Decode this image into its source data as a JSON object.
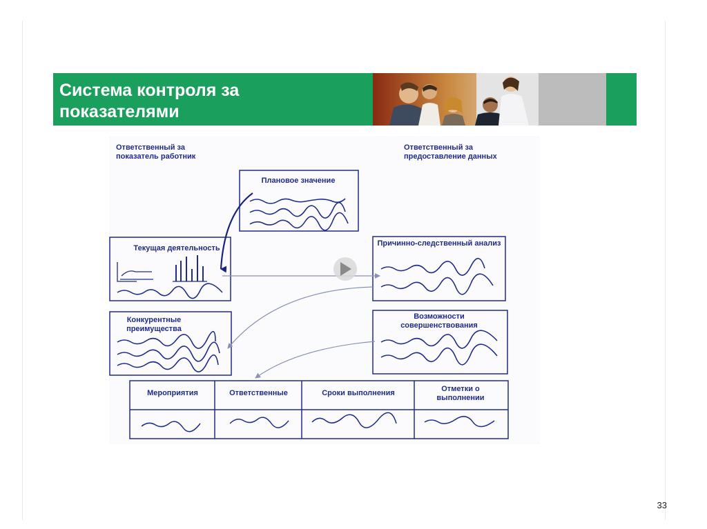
{
  "slide": {
    "title": "Система контроля за показателями",
    "page_number": "33"
  },
  "diagram": {
    "left_header": "Ответственный за показатель работник",
    "right_header": "Ответственный за предоставление данных",
    "boxes": {
      "planned": "Плановое значение",
      "current": "Текущая деятельность",
      "cause": "Причинно-следственный анализ",
      "competitive": "Конкурентные преимущества",
      "improvement": "Возможности совершенствования"
    },
    "table_headers": [
      "Мероприятия",
      "Ответственные",
      "Сроки выполнения",
      "Отметки о выполнении"
    ]
  },
  "colors": {
    "header_green": "#1aa05c",
    "diagram_blue": "#1f2a8e",
    "arrow_blue": "#1a237e",
    "connector_gray": "#8a91b8"
  }
}
